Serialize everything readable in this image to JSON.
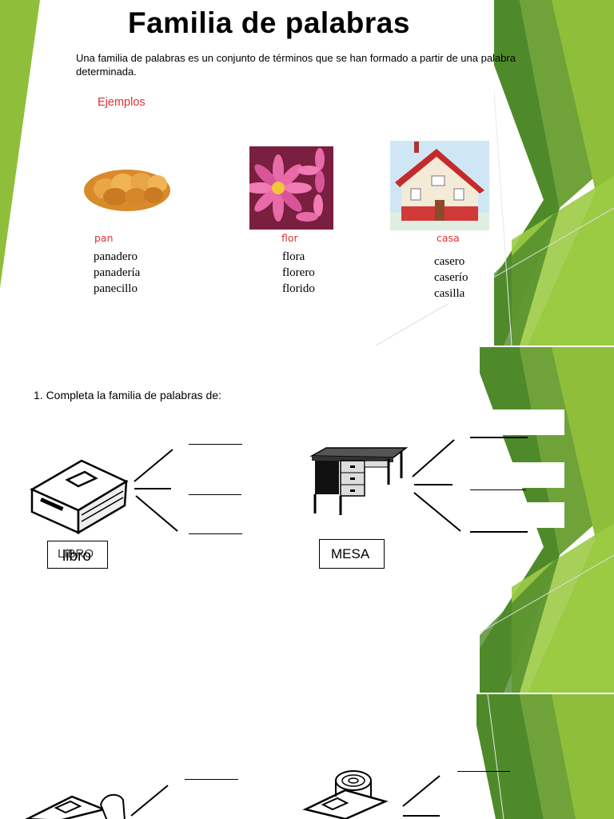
{
  "slide1": {
    "title": "Familia de palabras",
    "intro": "Una familia de palabras es un conjunto de términos que se han formado a partir de una palabra determinada.",
    "examples_heading": "Ejemplos",
    "examples": [
      {
        "word": "pan",
        "image_icon": "bread-icon",
        "derived": [
          "panadero",
          "panadería",
          "panecillo"
        ]
      },
      {
        "word": "flor",
        "image_icon": "flower-icon",
        "derived": [
          "flora",
          "florero",
          "florido"
        ]
      },
      {
        "word": "casa",
        "image_icon": "house-icon",
        "derived": [
          "casero",
          "caserío",
          "casilla"
        ]
      }
    ]
  },
  "slide2": {
    "instruction": "1. Completa la familia de palabras de:",
    "items": [
      {
        "label_overlay": "LIBRO",
        "label": "libro",
        "image_icon": "book-icon"
      },
      {
        "label": "MESA",
        "image_icon": "desk-icon"
      }
    ]
  },
  "slide3": {
    "items": [
      {
        "image_icon": "book-icon"
      },
      {
        "image_icon": "desk-icon"
      }
    ]
  },
  "colors": {
    "accent_green": "#8fbf3a",
    "dark_green": "#4f8a2a",
    "light_green": "#c7dea0",
    "example_red": "#e03030"
  }
}
